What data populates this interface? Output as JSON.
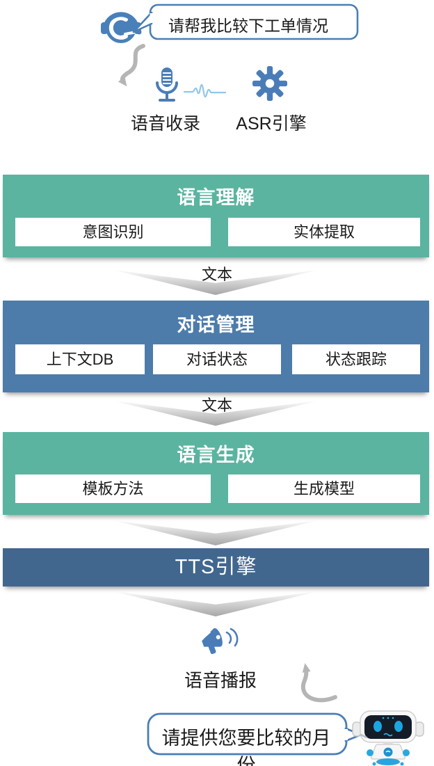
{
  "colors": {
    "teal": "#5ab4a0",
    "blue": "#4d7cab",
    "navy": "#42678f",
    "icon_blue": "#4a7db8",
    "wave_blue": "#8fc7e8",
    "arrow_gray": "#b5b5b5",
    "bubble_border": "#4a7eb5"
  },
  "top": {
    "user_bubble": "请帮我比较下工单情况",
    "voice_capture": "语音收录",
    "asr_engine": "ASR引擎"
  },
  "stages": {
    "nlu": {
      "title": "语言理解",
      "items": [
        "意图识别",
        "实体提取"
      ]
    },
    "dm": {
      "title": "对话管理",
      "items": [
        "上下文DB",
        "对话状态",
        "状态跟踪"
      ]
    },
    "nlg": {
      "title": "语言生成",
      "items": [
        "模板方法",
        "生成模型"
      ]
    },
    "tts": {
      "title": "TTS引擎"
    }
  },
  "connectors": {
    "nlu_to_dm": "文本",
    "dm_to_nlg": "文本"
  },
  "bottom": {
    "broadcast": "语音播报",
    "bot_bubble": "请提供您要比较的月份"
  }
}
